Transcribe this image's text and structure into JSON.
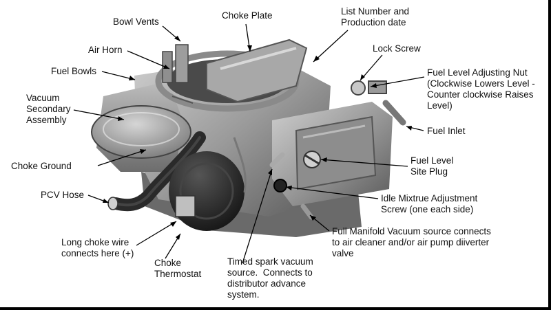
{
  "labels": {
    "bowl_vents": "Bowl Vents",
    "choke_plate": "Choke Plate",
    "list_number": "List Number and\nProduction date",
    "air_horn": "Air Horn",
    "lock_screw": "Lock Screw",
    "fuel_bowls": "Fuel Bowls",
    "fuel_level_nut": "Fuel Level Adjusting Nut\n(Clockwise Lowers Level -\nCounter clockwise Raises\nLevel)",
    "vacuum_secondary": "Vacuum\nSecondary\nAssembly",
    "fuel_inlet": "Fuel Inlet",
    "choke_ground": "Choke Ground",
    "fuel_level_plug": "Fuel Level\nSite Plug",
    "pcv_hose": "PCV Hose",
    "idle_mixture": "Idle Mixtrue Adjustment\nScrew (one each side)",
    "full_manifold": "Full Manifold Vacuum source connects\nto air cleaner and/or air pump diiverter\nvalve",
    "long_choke_wire": "Long choke wire\nconnects here (+)",
    "choke_thermostat": "Choke\nThermostat",
    "timed_spark": "Timed spark vacuum\nsource.  Connects to\ndistributor advance\nsystem."
  }
}
